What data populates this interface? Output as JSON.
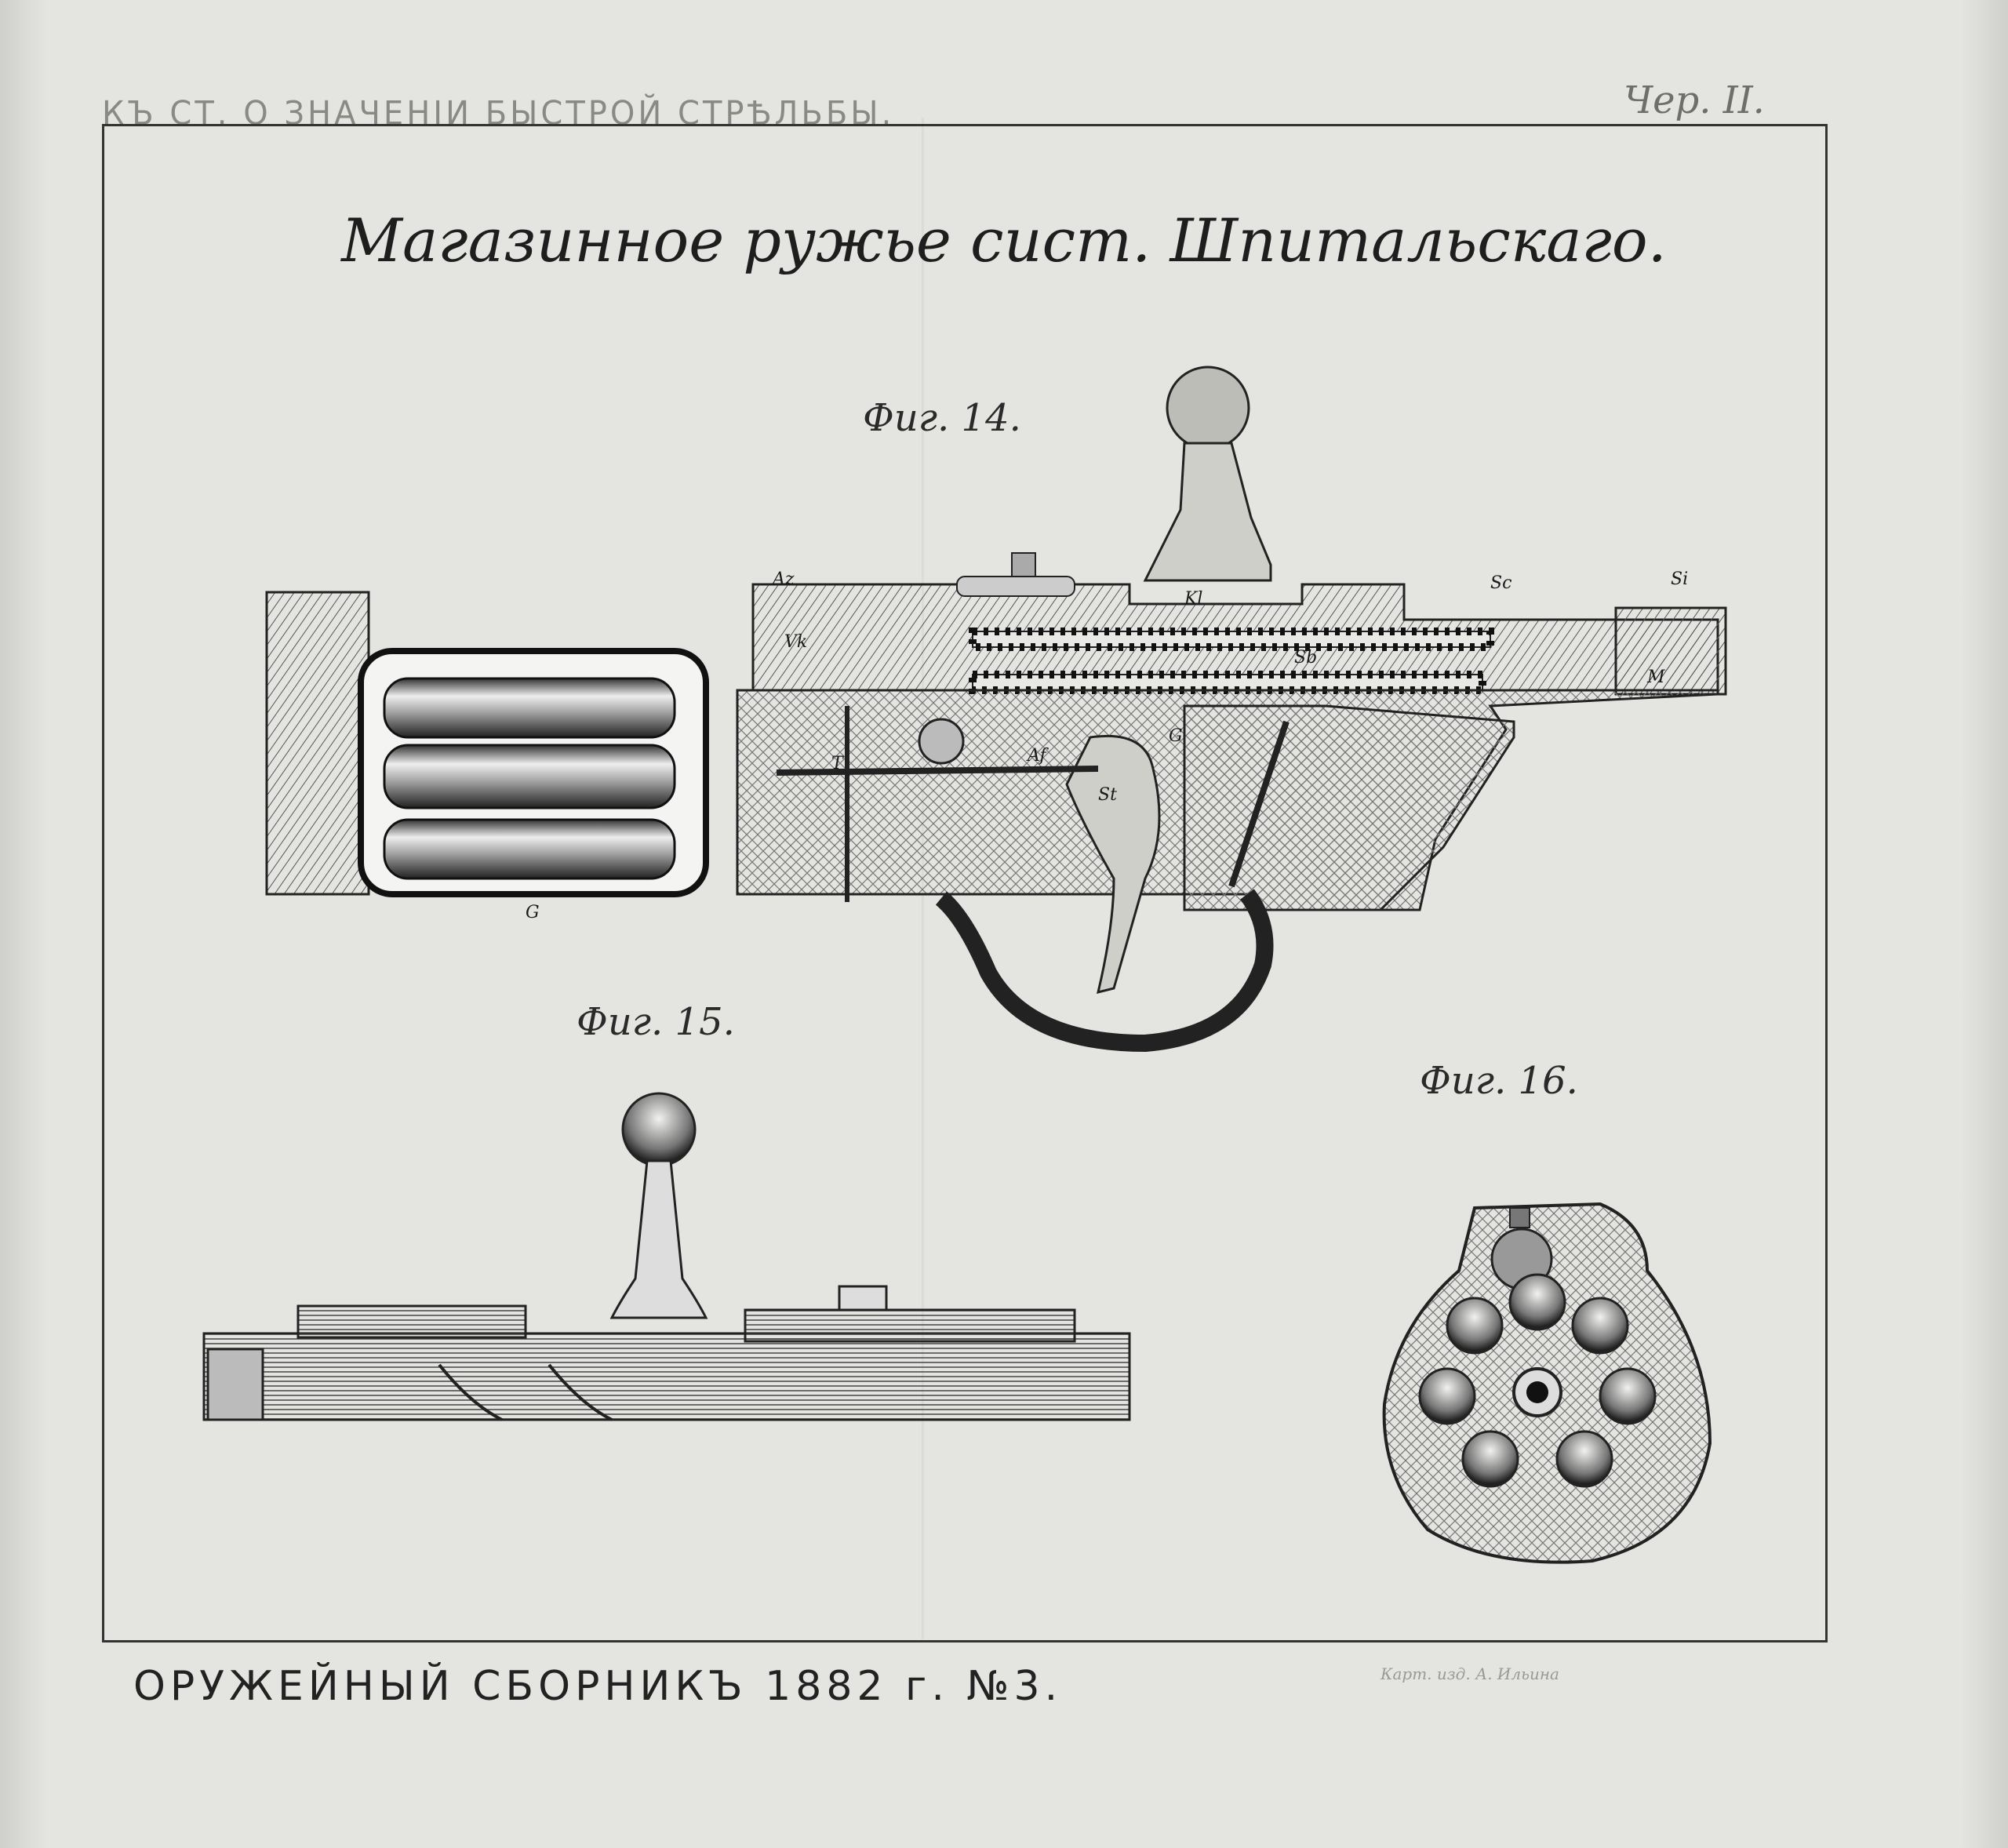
{
  "header": {
    "left": "КЪ СТ. О ЗНАЧЕНIИ БЫСТРОЙ СТРѢЛЬБЫ.",
    "right": "Чер. II."
  },
  "title": "Магазинное ружье сист. Шпитальскаго.",
  "figures": {
    "fig14": "Фиг. 14.",
    "fig15": "Фиг. 15.",
    "fig16": "Фиг. 16."
  },
  "part_labels": [
    "Az",
    "Kl",
    "Sc",
    "Si",
    "Vk",
    "Sb",
    "M",
    "G",
    "Af",
    "St",
    "T",
    "G"
  ],
  "footer": {
    "left": "ОРУЖЕЙНЫЙ СБОРНИКЪ 1882 г. №3.",
    "right": "Карт. изд. А. Ильина"
  }
}
